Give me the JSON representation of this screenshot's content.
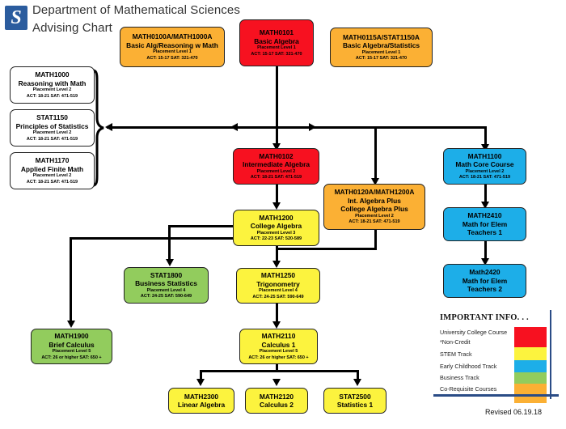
{
  "header": {
    "logo_letter": "S",
    "line1": "Department of Mathematical Sciences",
    "line2": "Advising Chart"
  },
  "footer": {
    "revised": "Revised 06.19.18"
  },
  "legend": {
    "title": "IMPORTANT INFO. . .",
    "rows": [
      "University College Course",
      "*Non-Credit",
      "STEM Track",
      "Early Childhood Track",
      "Business Track",
      "Co-Requisite Courses"
    ],
    "swatches": [
      {
        "name": "university-college-noncredit",
        "color": "#F71120"
      },
      {
        "name": "stem-track",
        "color": "#FCF33E"
      },
      {
        "name": "early-childhood-track",
        "color": "#1DAEE8"
      },
      {
        "name": "business-track",
        "color": "#92CC5D"
      },
      {
        "name": "co-requisite-courses",
        "color": "#FBB034"
      }
    ]
  },
  "nodes": {
    "math0100a": {
      "code": "MATH0100A/MATH1000A",
      "title": "Basic Alg/Reasoning w Math",
      "level": "Placement Level 1",
      "act": "ACT:  15-17 SAT:  321-470"
    },
    "math0101": {
      "code": "MATH0101",
      "title": "Basic Algebra",
      "level": "Placement Level 1",
      "act": "ACT:  15-17 SAT:  321-470"
    },
    "math0115a": {
      "code": "MATH0115A/STAT1150A",
      "title": "Basic Algebra/Statistics",
      "level": "Placement Level 1",
      "act": "ACT:  15-17 SAT:  321-470"
    },
    "math1000": {
      "code": "MATH1000",
      "title": "Reasoning with Math",
      "level": "Placement Level 2",
      "act": "ACT:  18-21 SAT:  471-519"
    },
    "stat1150": {
      "code": "STAT1150",
      "title": "Principles of Statistics",
      "level": "Placement Level 2",
      "act": "ACT:  18-21 SAT:  471-519"
    },
    "math1170": {
      "code": "MATH1170",
      "title": "Applied Finite Math",
      "level": "Placement Level 2",
      "act": "ACT:  18-21 SAT:  471-519"
    },
    "math0102": {
      "code": "MATH0102",
      "title": "Intermediate Algebra",
      "level": "Placement Level 2",
      "act": "ACT:  18-21 SAT:  471-519"
    },
    "math0120a": {
      "code": "MATH0120A/MATH1200A",
      "title": "Int. Algebra Plus",
      "title2": "College Algebra Plus",
      "level": "Placement Level 2",
      "act": "ACT:  18-21 SAT:  471-519"
    },
    "math1100": {
      "code": "MATH1100",
      "title": "Math Core Course",
      "level": "Placement Level 2",
      "act": "ACT:  18-21 SAT:  471-519"
    },
    "math1200": {
      "code": "MATH1200",
      "title": "College Algebra",
      "level": "Placement Level 3",
      "act": "ACT:  22-23 SAT:  520-589"
    },
    "math2410": {
      "code": "MATH2410",
      "title": "Math for Elem",
      "title2": "Teachers 1"
    },
    "math2420": {
      "code": "Math2420",
      "title": "Math for Elem",
      "title2": "Teachers 2"
    },
    "stat1800": {
      "code": "STAT1800",
      "title": "Business Statistics",
      "level": "Placement Level 4",
      "act": "ACT:  24-25 SAT:  590-649"
    },
    "math1250": {
      "code": "MATH1250",
      "title": "Trigonometry",
      "level": "Placement Level 4",
      "act": "ACT:  24-25 SAT:  590-649"
    },
    "math1900": {
      "code": "MATH1900",
      "title": "Brief Calculus",
      "level": "Placement Level 5",
      "act": "ACT:  26 or higher SAT:  650 +"
    },
    "math2110": {
      "code": "MATH2110",
      "title": "Calculus 1",
      "level": "Placement Level 5",
      "act": "ACT:  26 or higher SAT:  650 +"
    },
    "math2300": {
      "code": "MATH2300",
      "title": "Linear Algebra"
    },
    "math2120": {
      "code": "MATH2120",
      "title": "Calculus 2"
    },
    "stat2500": {
      "code": "STAT2500",
      "title": "Statistics 1"
    }
  }
}
